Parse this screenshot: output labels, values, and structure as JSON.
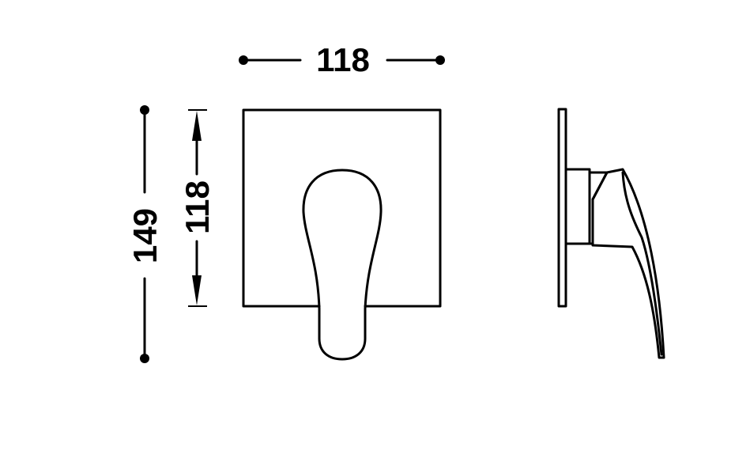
{
  "dimensions": {
    "top_width": "118",
    "overall_height": "149",
    "plate_height": "118"
  },
  "colors": {
    "line": "#000000",
    "background": "#ffffff"
  }
}
